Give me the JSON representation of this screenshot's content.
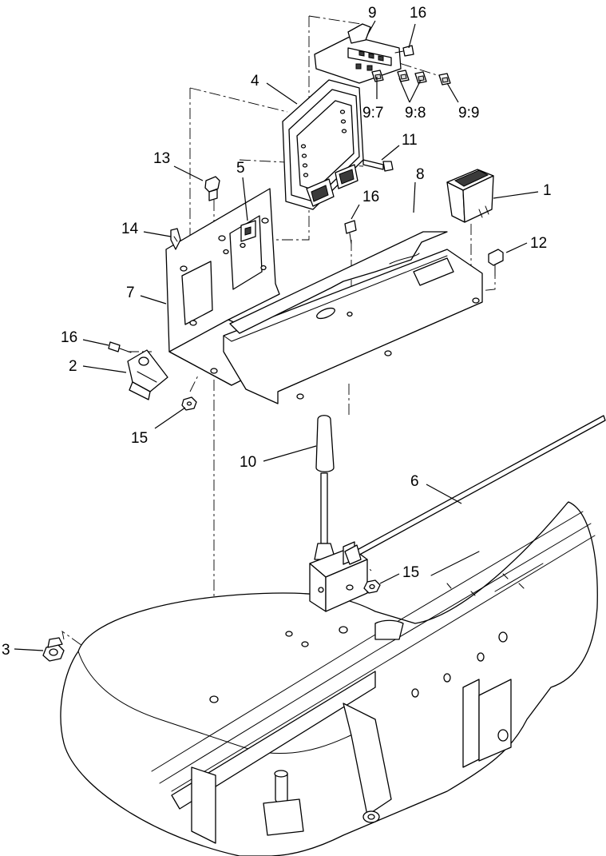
{
  "callouts": [
    {
      "id": "c1",
      "text": "1"
    },
    {
      "id": "c2",
      "text": "2"
    },
    {
      "id": "c3",
      "text": "3"
    },
    {
      "id": "c4",
      "text": "4"
    },
    {
      "id": "c5",
      "text": "5"
    },
    {
      "id": "c6",
      "text": "6"
    },
    {
      "id": "c7",
      "text": "7"
    },
    {
      "id": "c8",
      "text": "8"
    },
    {
      "id": "c9",
      "text": "9"
    },
    {
      "id": "c9_7",
      "text": "9:7"
    },
    {
      "id": "c9_8",
      "text": "9:8"
    },
    {
      "id": "c9_9",
      "text": "9:9"
    },
    {
      "id": "c10",
      "text": "10"
    },
    {
      "id": "c11",
      "text": "11"
    },
    {
      "id": "c12",
      "text": "12"
    },
    {
      "id": "c13",
      "text": "13"
    },
    {
      "id": "c14",
      "text": "14"
    },
    {
      "id": "c15a",
      "text": "15"
    },
    {
      "id": "c15b",
      "text": "15"
    },
    {
      "id": "c16a",
      "text": "16"
    },
    {
      "id": "c16b",
      "text": "16"
    },
    {
      "id": "c16c",
      "text": "16"
    }
  ]
}
